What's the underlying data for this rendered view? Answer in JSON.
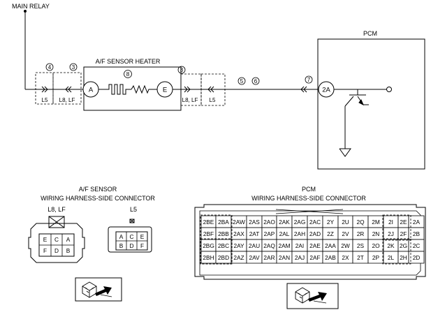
{
  "labels": {
    "main_relay": "MAIN RELAY",
    "heater": "A/F SENSOR HEATER",
    "pcm": "PCM",
    "term_a": "A",
    "term_e": "E",
    "term_2a": "2A",
    "c4": "4",
    "c3_left": "3",
    "c3_right": "3",
    "c5": "5",
    "c6": "6",
    "c7": "7",
    "c8": "8",
    "l5_left": "L5",
    "l8lf_left": "L8, LF",
    "l8lf_right": "L8, LF",
    "l5_right": "L5"
  },
  "af_connector": {
    "title1": "A/F SENSOR",
    "title2": "WIRING HARNESS-SIDE CONNECTOR",
    "variant1": "L8, LF",
    "variant2": "L5",
    "v1_pins": [
      [
        "E",
        "C",
        "A"
      ],
      [
        "F",
        "D",
        "B"
      ]
    ],
    "v2_pins": [
      [
        "A",
        "C",
        "E"
      ],
      [
        "B",
        "D",
        "F"
      ]
    ]
  },
  "pcm_connector": {
    "title1": "PCM",
    "title2": "WIRING HARNESS-SIDE CONNECTOR",
    "rows": [
      [
        "2BE",
        "2BA",
        "2AW",
        "2AS",
        "2AO",
        "2AK",
        "2AG",
        "2AC",
        "2Y",
        "2U",
        "2Q",
        "2M",
        "2I",
        "2E",
        "2A"
      ],
      [
        "2BF",
        "2BB",
        "2AX",
        "2AT",
        "2AP",
        "2AL",
        "2AH",
        "2AD",
        "2Z",
        "2V",
        "2R",
        "2N",
        "2J",
        "2F",
        "2B"
      ],
      [
        "2BG",
        "2BC",
        "2AY",
        "2AU",
        "2AQ",
        "2AM",
        "2AI",
        "2AE",
        "2AA",
        "2W",
        "2S",
        "2O",
        "2K",
        "2G",
        "2C"
      ],
      [
        "2BH",
        "2BD",
        "2AZ",
        "2AV",
        "2AR",
        "2AN",
        "2AJ",
        "2AF",
        "2AB",
        "2X",
        "2T",
        "2P",
        "2L",
        "2H",
        "2D"
      ]
    ]
  }
}
